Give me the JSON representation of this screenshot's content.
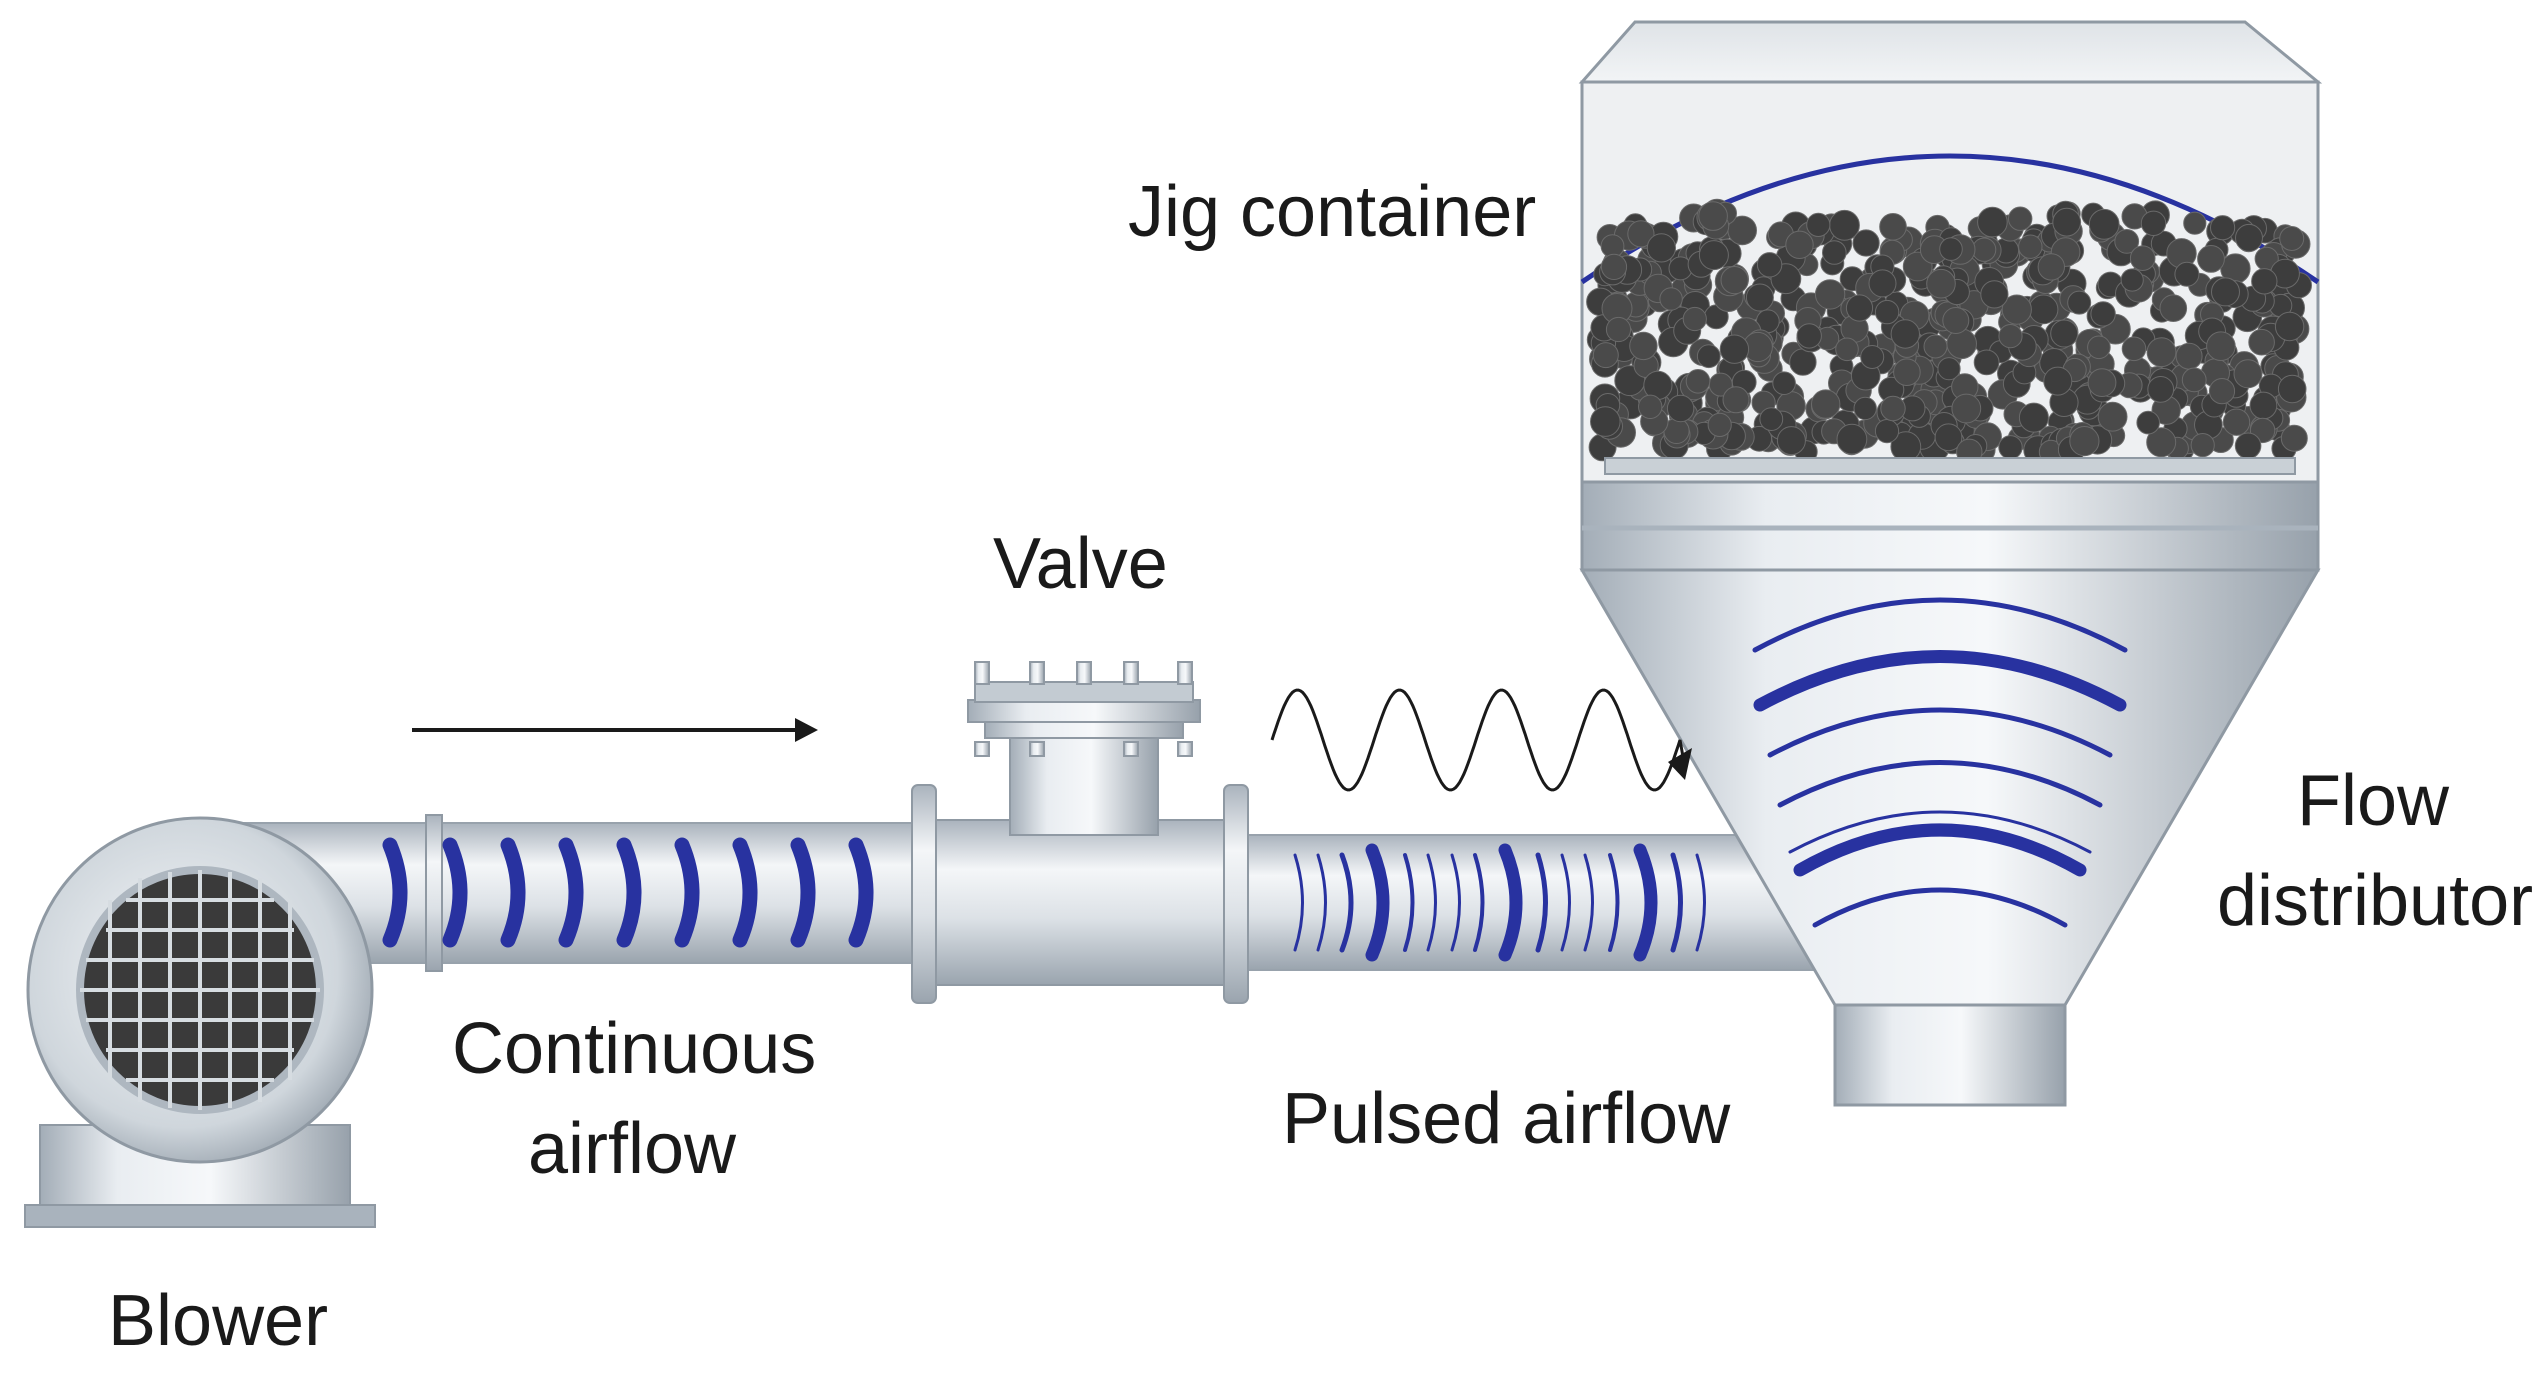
{
  "labels": {
    "jig_container": "Jig container",
    "valve": "Valve",
    "flow_distributor_line1": "Flow",
    "flow_distributor_line2": "distributor",
    "continuous_line1": "Continuous",
    "continuous_line2": "airflow",
    "pulsed": "Pulsed airflow",
    "blower": "Blower"
  },
  "colors": {
    "pipe_light": "#eef1f4",
    "pipe_dark": "#a9b3bd",
    "airflow_blue": "#2832a0",
    "particle": "#4a4a4a",
    "grille": "#3a3a3a"
  }
}
